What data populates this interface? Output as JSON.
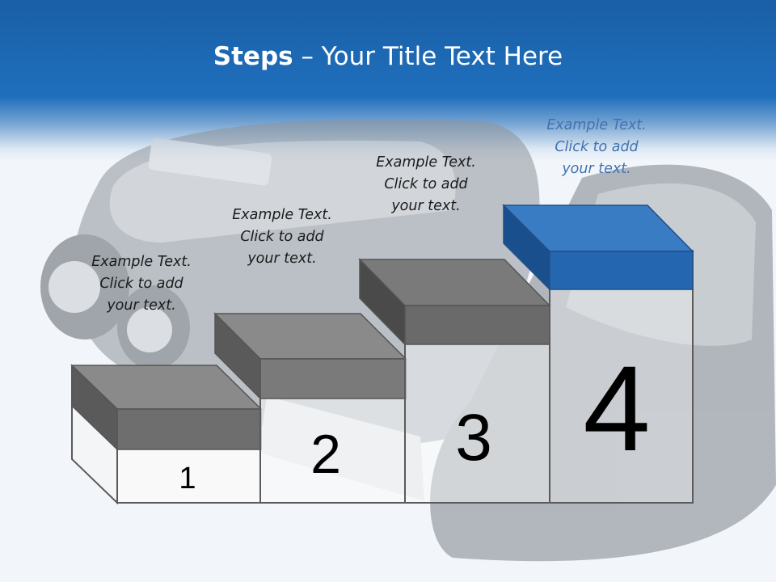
{
  "title": {
    "bold": "Steps",
    "rest": " – Your Title Text Here"
  },
  "steps": [
    {
      "number": "1",
      "text": [
        "Example Text.",
        "Click  to add",
        "your text."
      ]
    },
    {
      "number": "2",
      "text": [
        "Example Text.",
        "Click  to add",
        "your text."
      ]
    },
    {
      "number": "3",
      "text": [
        "Example Text.",
        "Click  to add",
        "your text."
      ]
    },
    {
      "number": "4",
      "text": [
        "Example Text.",
        "Click  to add",
        "your text."
      ],
      "highlight": true
    }
  ],
  "colors": {
    "header": "#1f6fbd",
    "block_gray_front": "#6e6e6e",
    "block_gray_top": "#8a8a8a",
    "block_blue_front": "#1f5fa8",
    "block_blue_top": "#3a7cc4"
  },
  "background_image": "electric-shaver-photo"
}
